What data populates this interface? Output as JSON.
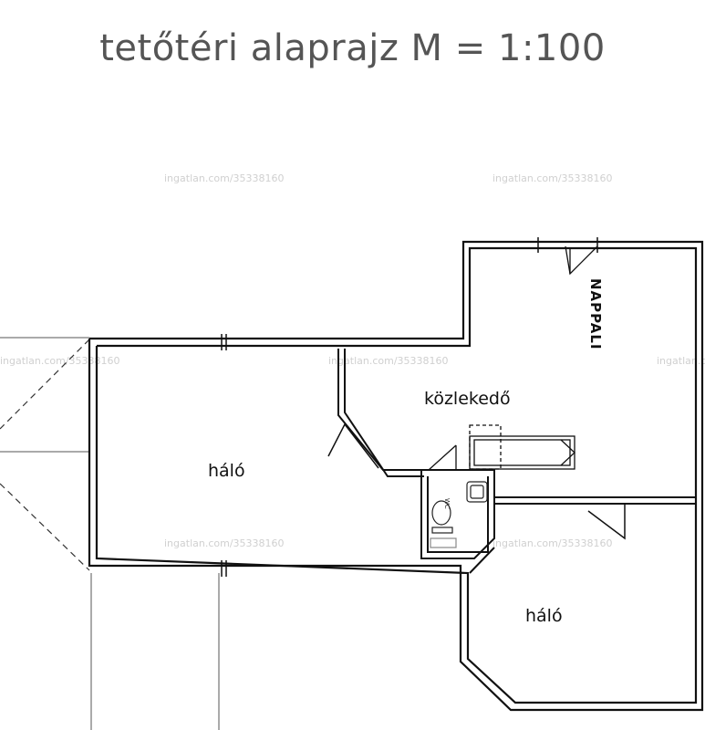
{
  "title": "tetőtéri alaprajz M = 1:100",
  "rooms": {
    "halo_left": "háló",
    "kozlekedo": "közlekedő",
    "nappali": "NAPPALI",
    "halo_right": "háló",
    "wc": "WC"
  },
  "watermark": "ingatlan.com/35338160"
}
